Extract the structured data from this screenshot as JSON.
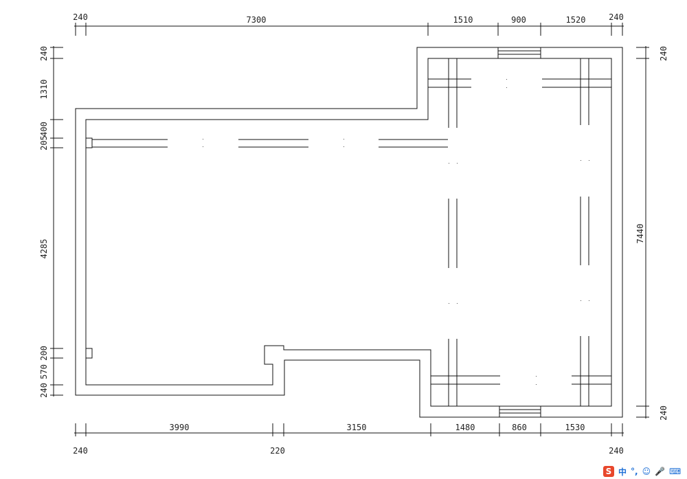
{
  "dimensions": {
    "top": [
      "240",
      "7300",
      "1510",
      "900",
      "1520",
      "240"
    ],
    "bottom": [
      "3990",
      "3150",
      "1480",
      "860",
      "1530"
    ],
    "bottom_lower": [
      "240",
      "220",
      "240"
    ],
    "left": [
      "240",
      "1310",
      "400",
      "205",
      "4285",
      "200",
      "570",
      "240"
    ],
    "right": [
      "240",
      "7440",
      "240"
    ]
  },
  "ime_toolbar": {
    "logo": "S",
    "lang": "中",
    "punct": "°,",
    "emoji": "☺",
    "mic": "🎤",
    "keyboard": "⌨"
  }
}
